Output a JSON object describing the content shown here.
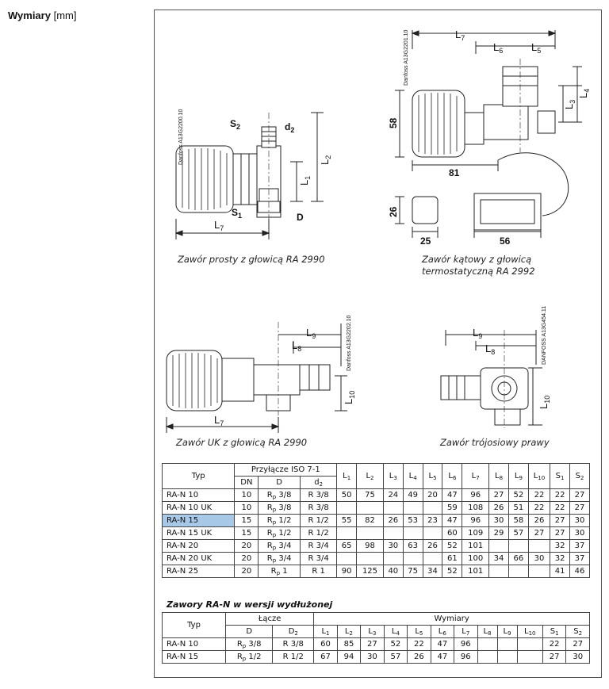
{
  "heading": {
    "bold": "Wymiary",
    "unit": "[mm]"
  },
  "captions": {
    "straight": "Zawór prosty z głowicą RA 2990",
    "angle_line1": "Zawór kątowy z głowicą",
    "angle_line2": "termostatyczną RA 2992",
    "uk": "Zawór UK z głowicą RA 2990",
    "three_axis": "Zawór trójosiowy prawy"
  },
  "drawing_labels": {
    "d1_code": "Danfoss A13G2200.10",
    "d2_code": "Danfoss A13G2201.10",
    "d3_code": "Danfoss A13G2202.10",
    "d4_code": "DANFOSS A13G454.11",
    "S2": "S2",
    "d2": "d2",
    "S1": "S1",
    "D": "D",
    "L1": "L1",
    "L2": "L2",
    "L7": "L7",
    "L6": "L6",
    "L5": "L5",
    "L3": "L3",
    "L4": "L4",
    "L8": "L8",
    "L9": "L9",
    "L10": "L10",
    "n58": "58",
    "n81": "81",
    "n26": "26",
    "n25": "25",
    "n56": "56"
  },
  "main_table": {
    "header": {
      "typ": "Typ",
      "connection": "Przyłącze ISO 7-1",
      "dn": "DN",
      "d": "D",
      "d2": "d",
      "cols": [
        [
          "L",
          "1"
        ],
        [
          "L",
          "2"
        ],
        [
          "L",
          "3"
        ],
        [
          "L",
          "4"
        ],
        [
          "L",
          "5"
        ],
        [
          "L",
          "6"
        ],
        [
          "L",
          "7"
        ],
        [
          "L",
          "8"
        ],
        [
          "L",
          "9"
        ],
        [
          "L",
          "10"
        ],
        [
          "S",
          "1"
        ],
        [
          "S",
          "2"
        ]
      ]
    },
    "rows": [
      {
        "typ": "RA-N 10",
        "dn": "10",
        "d": "3/8",
        "d2": "R 3/8",
        "vals": [
          "50",
          "75",
          "24",
          "49",
          "20",
          "47",
          "96",
          "27",
          "52",
          "22",
          "22",
          "27"
        ],
        "hl": false
      },
      {
        "typ": "RA-N 10 UK",
        "dn": "10",
        "d": "3/8",
        "d2": "R 3/8",
        "vals": [
          "",
          "",
          "",
          "",
          "",
          "59",
          "108",
          "26",
          "51",
          "22",
          "22",
          "27"
        ],
        "hl": false
      },
      {
        "typ": "RA-N 15",
        "dn": "15",
        "d": "1/2",
        "d2": "R 1/2",
        "vals": [
          "55",
          "82",
          "26",
          "53",
          "23",
          "47",
          "96",
          "30",
          "58",
          "26",
          "27",
          "30"
        ],
        "hl": true
      },
      {
        "typ": "RA-N 15 UK",
        "dn": "15",
        "d": "1/2",
        "d2": "R 1/2",
        "vals": [
          "",
          "",
          "",
          "",
          "",
          "60",
          "109",
          "29",
          "57",
          "27",
          "27",
          "30"
        ],
        "hl": false
      },
      {
        "typ": "RA-N 20",
        "dn": "20",
        "d": "3/4",
        "d2": "R 3/4",
        "vals": [
          "65",
          "98",
          "30",
          "63",
          "26",
          "52",
          "101",
          "",
          "",
          "",
          "32",
          "37"
        ],
        "hl": false
      },
      {
        "typ": "RA-N 20 UK",
        "dn": "20",
        "d": "3/4",
        "d2": "R 3/4",
        "vals": [
          "",
          "",
          "",
          "",
          "",
          "61",
          "100",
          "34",
          "66",
          "30",
          "32",
          "37"
        ],
        "hl": false
      },
      {
        "typ": "RA-N 25",
        "dn": "20",
        "d": "1",
        "d2": "R 1",
        "vals": [
          "90",
          "125",
          "40",
          "75",
          "34",
          "52",
          "101",
          "",
          "",
          "",
          "41",
          "46"
        ],
        "hl": false
      }
    ]
  },
  "ext_table": {
    "title": "Zawory RA-N w wersji wydłużonej",
    "header": {
      "typ": "Typ",
      "connection": "Łącze",
      "dims": "Wymiary",
      "d": "D",
      "d2": "D",
      "cols": [
        [
          "L",
          "1"
        ],
        [
          "L",
          "2"
        ],
        [
          "L",
          "3"
        ],
        [
          "L",
          "4"
        ],
        [
          "L",
          "5"
        ],
        [
          "L",
          "6"
        ],
        [
          "L",
          "7"
        ],
        [
          "L",
          "8"
        ],
        [
          "L",
          "9"
        ],
        [
          "L",
          "10"
        ],
        [
          "S",
          "1"
        ],
        [
          "S",
          "2"
        ]
      ]
    },
    "rows": [
      {
        "typ": "RA-N 10",
        "d": "3/8",
        "d2": "R 3/8",
        "vals": [
          "60",
          "85",
          "27",
          "52",
          "22",
          "47",
          "96",
          "",
          "",
          "",
          "22",
          "27"
        ]
      },
      {
        "typ": "RA-N 15",
        "d": "1/2",
        "d2": "R 1/2",
        "vals": [
          "67",
          "94",
          "30",
          "57",
          "26",
          "47",
          "96",
          "",
          "",
          "",
          "27",
          "30"
        ]
      }
    ]
  }
}
